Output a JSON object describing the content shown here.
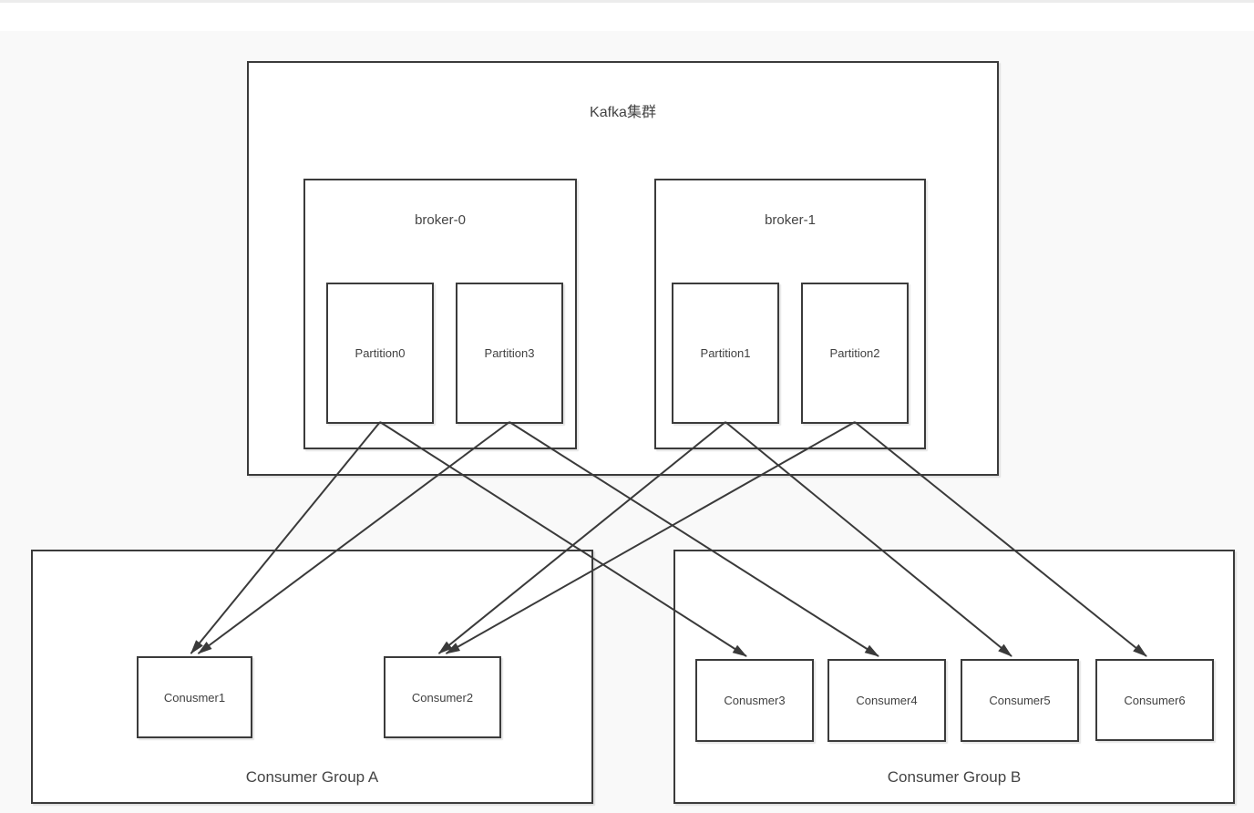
{
  "page": {
    "background": "#f9f9f9",
    "top_strip_color": "#ececec",
    "top_bar_color": "#ffffff"
  },
  "colors": {
    "node_border": "#3b3b3b",
    "node_fill": "#ffffff",
    "text": "#414141",
    "arrow": "#3a3a3a"
  },
  "diagram": {
    "cluster": {
      "title": "Kafka集群",
      "brokers": [
        {
          "id": "broker0",
          "label": "broker-0",
          "partitions": [
            {
              "id": "p0",
              "label": "Partition0"
            },
            {
              "id": "p3",
              "label": "Partition3"
            }
          ]
        },
        {
          "id": "broker1",
          "label": "broker-1",
          "partitions": [
            {
              "id": "p1",
              "label": "Partition1"
            },
            {
              "id": "p2",
              "label": "Partition2"
            }
          ]
        }
      ]
    },
    "consumer_groups": [
      {
        "id": "groupA",
        "label": "Consumer Group A",
        "consumers": [
          {
            "id": "c1",
            "label": "Conusmer1"
          },
          {
            "id": "c2",
            "label": "Consumer2"
          }
        ]
      },
      {
        "id": "groupB",
        "label": "Consumer Group B",
        "consumers": [
          {
            "id": "c3",
            "label": "Conusmer3"
          },
          {
            "id": "c4",
            "label": "Consumer4"
          },
          {
            "id": "c5",
            "label": "Consumer5"
          },
          {
            "id": "c6",
            "label": "Consumer6"
          }
        ]
      }
    ],
    "edges": [
      {
        "from": "p0",
        "to": "c1"
      },
      {
        "from": "p3",
        "to": "c1"
      },
      {
        "from": "p1",
        "to": "c2"
      },
      {
        "from": "p2",
        "to": "c2"
      },
      {
        "from": "p0",
        "to": "c3"
      },
      {
        "from": "p3",
        "to": "c4"
      },
      {
        "from": "p1",
        "to": "c5"
      },
      {
        "from": "p2",
        "to": "c6"
      }
    ]
  }
}
